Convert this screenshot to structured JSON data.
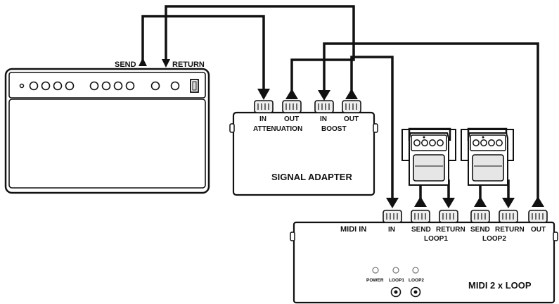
{
  "amp": {
    "send_label": "SEND",
    "return_label": "RETURN"
  },
  "signal_adapter": {
    "title": "SIGNAL ADAPTER",
    "jacks": {
      "att_in": "IN",
      "att_out": "OUT",
      "boost_in": "IN",
      "boost_out": "OUT"
    },
    "group_attenuation": "ATTENUATION",
    "group_boost": "BOOST"
  },
  "midi_loop": {
    "title": "MIDI 2 x LOOP",
    "midi_in_label": "MIDI IN",
    "jacks": {
      "in": "IN",
      "send1": "SEND",
      "return1": "RETURN",
      "send2": "SEND",
      "return2": "RETURN",
      "out": "OUT"
    },
    "group_loop1": "LOOP1",
    "group_loop2": "LOOP2",
    "leds": {
      "power": "POWER",
      "loop1": "LOOP1",
      "loop2": "LOOP2"
    }
  },
  "colors": {
    "line": "#111111",
    "panel": "#ffffff",
    "device_fill": "#f2f2f2"
  }
}
